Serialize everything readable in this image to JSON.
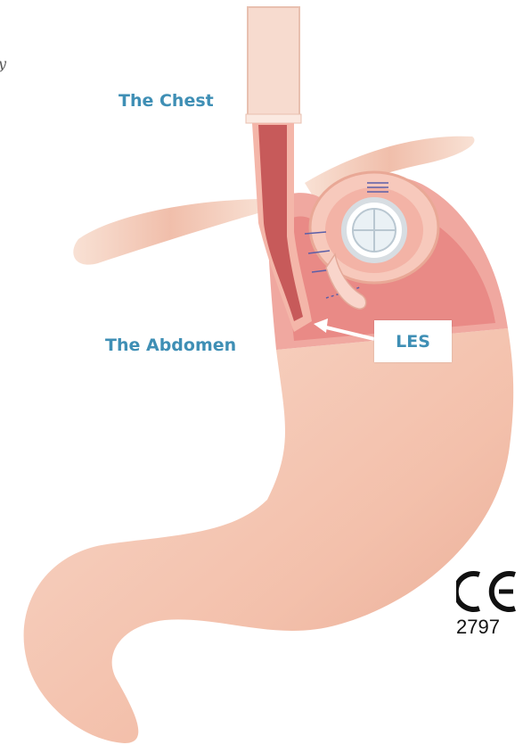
{
  "labels": {
    "chest": "The Chest",
    "abdomen": "The Abdomen",
    "les": "LES",
    "stray_glyph": "y"
  },
  "certification": {
    "mark": "CE",
    "number": "2797"
  },
  "colors": {
    "label_blue": "#3f8fb5",
    "stomach_outer": "#f5c9b6",
    "stomach_inner": "#e98a86",
    "esophagus_lumen": "#c75a5a",
    "diaphragm": "#f2b9a2"
  }
}
